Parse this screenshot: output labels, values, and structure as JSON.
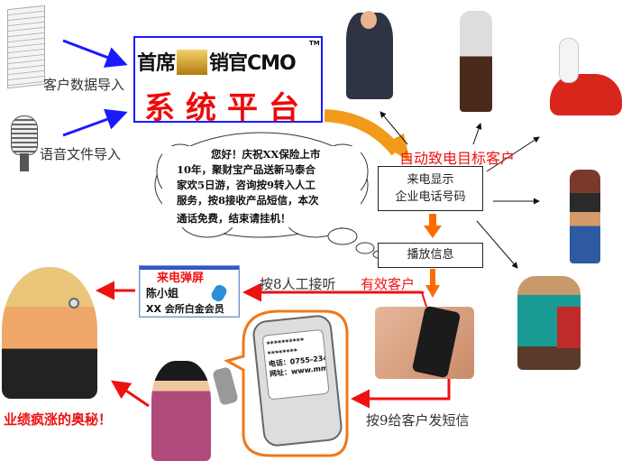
{
  "platform": {
    "brand_left": "首席",
    "brand_right": "销官CMO",
    "trademark": "TM",
    "subtitle": "系统平台",
    "border_color": "#1a1aff",
    "subtitle_color": "#ee0a0a"
  },
  "inputs": [
    {
      "label": "客户数据导入",
      "icon": "document-stack-icon"
    },
    {
      "label": "语音文件导入",
      "icon": "microphone-icon"
    }
  ],
  "message_cloud": {
    "lines": [
      "您好！庆祝XX保险上市",
      "10年，聚财宝产品送新马泰合",
      "家欢5日游，咨询按9转入人工",
      "服务，按8接收产品短信，本次",
      "通话免费，结束请挂机！"
    ]
  },
  "flow": {
    "auto_call_label": "自动致电目标客户",
    "caller_id_box": [
      "来电显示",
      "企业电话号码"
    ],
    "play_box": "播放信息",
    "valid_customer_label": "有效客户",
    "press8_label": "按8人工接听",
    "press9_label": "按9给客户发短信",
    "slogan": "业绩疯涨的奥秘！"
  },
  "popup": {
    "title": "来电弹屏",
    "name": "陈小姐",
    "member": "XX 会所白金会员"
  },
  "sms_phone": {
    "masked_line1": "**********",
    "masked_line2": "********",
    "phone": "电话：0755-234",
    "website": "网址：www.mm"
  },
  "customers": [
    "businessman-on-phone",
    "walking-woman-on-phone",
    "woman-with-car-shopping",
    "woman-posing-on-phone",
    "man-with-shopping-bags"
  ],
  "colors": {
    "arrow_blue": "#1a1aff",
    "arrow_red": "#ee1111",
    "arrow_orange": "#f29a1a",
    "accent_orange": "#ff6a00"
  }
}
